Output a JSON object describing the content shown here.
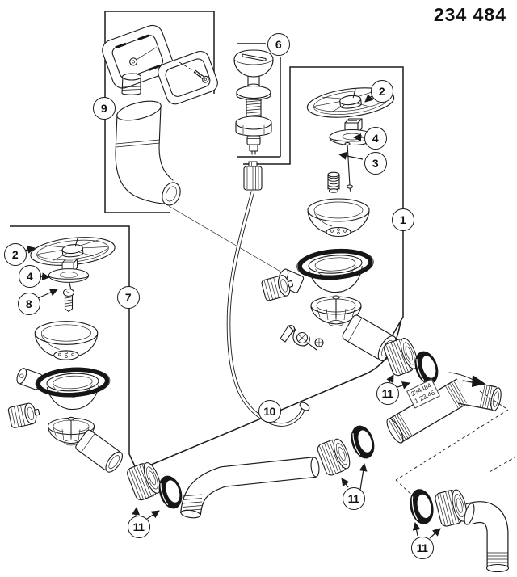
{
  "title": "234 484",
  "pipe_label": {
    "line1": "234484",
    "line2": "1 23.45"
  },
  "callouts": [
    {
      "label": "6"
    },
    {
      "label": "9"
    },
    {
      "label": "2"
    },
    {
      "label": "4"
    },
    {
      "label": "3"
    },
    {
      "label": "1"
    },
    {
      "label": "2"
    },
    {
      "label": "4"
    },
    {
      "label": "8"
    },
    {
      "label": "7"
    },
    {
      "label": "10"
    },
    {
      "label": "11"
    },
    {
      "label": "11"
    },
    {
      "label": "11"
    },
    {
      "label": "11"
    }
  ],
  "colors": {
    "line": "#1a1a1a",
    "seal": "#161616",
    "background": "#ffffff"
  }
}
